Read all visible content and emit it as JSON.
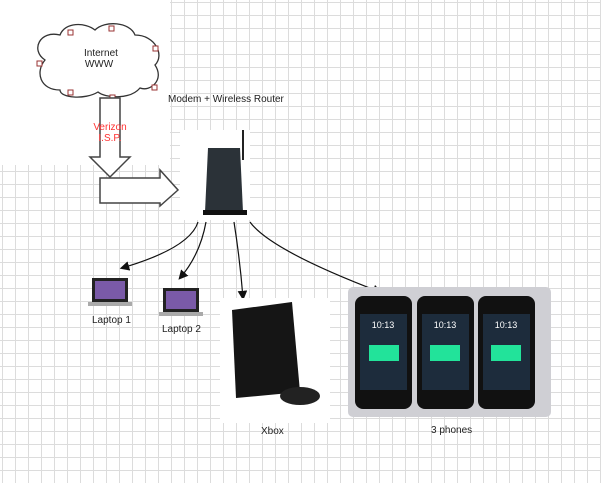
{
  "cloud": {
    "line1": "Internet",
    "line2": "WWW"
  },
  "isp": {
    "line1": "Verizon",
    "line2": "I.S.P."
  },
  "router": {
    "label": "Modem + Wireless Router"
  },
  "devices": [
    {
      "label": "Laptop 1"
    },
    {
      "label": "Laptop 2"
    },
    {
      "label": "Xbox"
    },
    {
      "label": "3 phones"
    }
  ],
  "phones": {
    "time": "10:13"
  },
  "colors": {
    "isp_text": "#ff3333",
    "handles": "#993333",
    "battery": "#22e39a"
  }
}
